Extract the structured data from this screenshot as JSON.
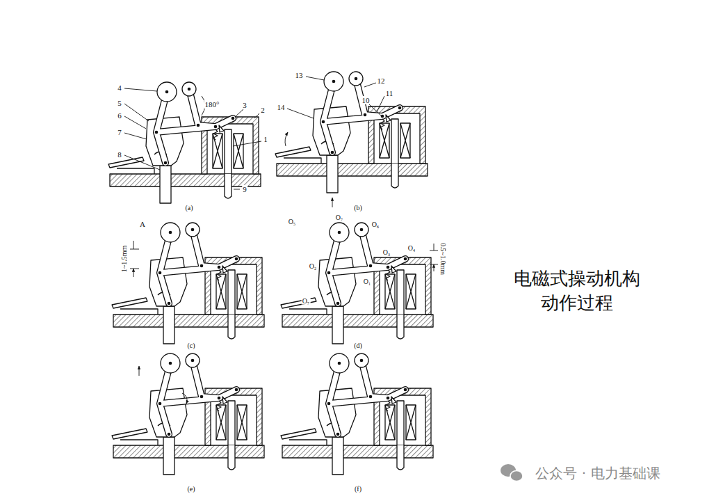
{
  "diagram": {
    "title": "电磁式操动机构 动作过程",
    "labels": [
      "4",
      "5",
      "6",
      "7",
      "8",
      "180°",
      "3",
      "2",
      "1",
      "9",
      "(a)",
      "13",
      "12",
      "11",
      "10",
      "14",
      "(b)",
      "A",
      "1~1.5mm",
      "(c)",
      "O₅",
      "O₇",
      "O₆",
      "O₂",
      "O₃",
      "O₄",
      "O₁",
      "O₇",
      "0.5~1.0mm",
      "(d)",
      "(e)",
      "(f)",
      "公众号 · 电力基础课"
    ]
  }
}
